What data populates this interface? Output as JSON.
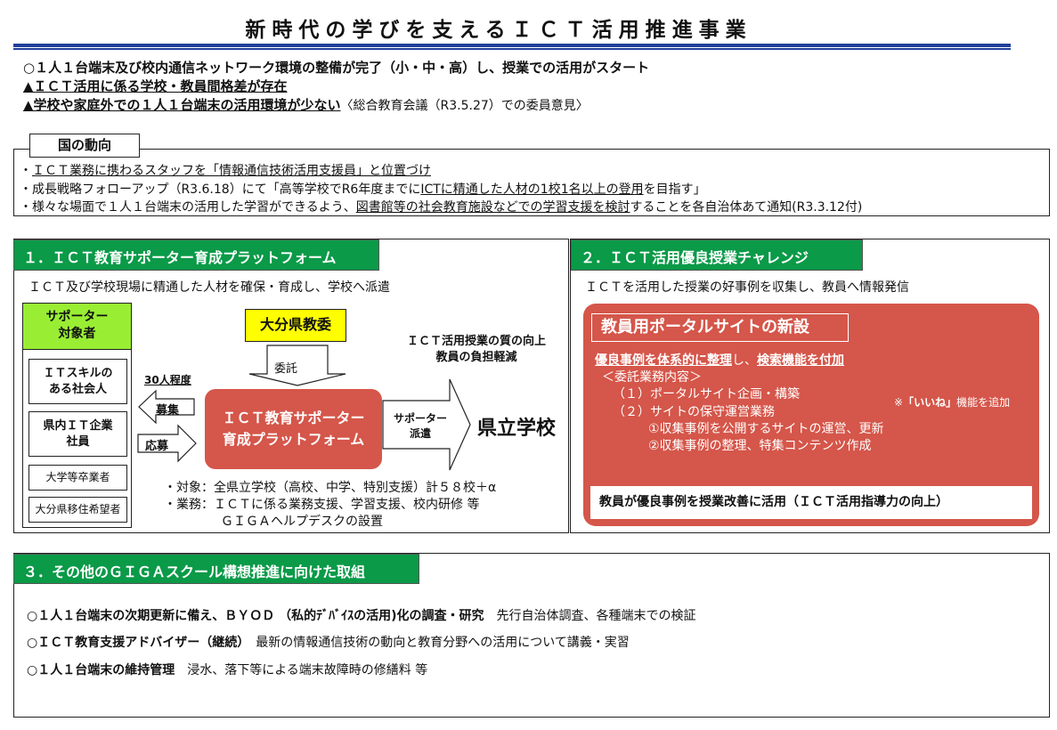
{
  "title": "新時代の学びを支えるＩＣＴ活用推進事業",
  "intro": {
    "line1": "○１人１台端末及び校内通信ネットワーク環境の整備が完了（小・中・高）し、授業での活用がスタート",
    "line2": "▲ＩＣＴ活用に係る学校・教員間格差が存在",
    "line3_bold": "▲学校や家庭外での１人１台端末の活用環境が少ない",
    "line3_note": "〈総合教育会議（R3.5.27）での委員意見〉"
  },
  "national": {
    "label": "国の動向",
    "items": [
      {
        "pre": "・",
        "u": "ＩＣＴ業務に携わるスタッフを「情報通信技術活用支援員」と位置づけ",
        "post": ""
      },
      {
        "pre": "・成長戦略フォローアップ（R3.6.18）にて「高等学校でR6年度までに",
        "u": "ICTに精通した人材の1校1名以上の登用",
        "post": "を目指す」"
      },
      {
        "pre": "・様々な場面で１人１台端末の活用した学習ができるよう、",
        "u": "図書館等の社会教育施設などでの学習支援を検討",
        "post": "することを各自治体あて通知(R3.3.12付)"
      }
    ]
  },
  "section1": {
    "header": "１．ＩＣＴ教育サポーター育成プラットフォーム",
    "subtitle": "ＩＣＴ及び学校現場に精通した人材を確保・育成し、学校へ派遣",
    "supporter_header_1": "サポーター",
    "supporter_header_2": "対象者",
    "targets": [
      [
        "ＩＴスキルの",
        "ある社会人"
      ],
      [
        "県内ＩＴ企業",
        "社員"
      ],
      [
        "大学等卒業者"
      ],
      [
        "大分県移住希望者"
      ]
    ],
    "board": "大分県教委",
    "entrust": "委託",
    "count": "30人程度",
    "recruit": "募集",
    "apply": "応募",
    "platform_1": "ＩＣＴ教育サポーター",
    "platform_2": "育成プラットフォーム",
    "dispatch_1": "サポーター",
    "dispatch_2": "派遣",
    "schools": "県立学校",
    "effect_1": "ＩＣＴ活用授業の質の向上",
    "effect_2": "教員の負担軽減",
    "bullet_1": "・対象：全県立学校（高校、中学、特別支援）計５８校＋α",
    "bullet_2": "・業務：ＩＣＴに係る業務支援、学習支援、校内研修 等",
    "bullet_3": "ＧＩＧＡヘルプデスクの設置"
  },
  "section2": {
    "header": "２．ＩＣＴ活用優良授業チャレンジ",
    "subtitle": "ＩＣＴを活用した授業の好事例を収集し、教員へ情報発信",
    "portal_title": "教員用ポータルサイトの新設",
    "lead_u1": "優良事例を体系的に整理",
    "lead_mid": "し、",
    "lead_u2": "検索機能を付加",
    "contract": "＜委託業務内容＞",
    "item1": "（１）ポータルサイト企画・構築",
    "item2": "（２）サイトの保守運営業務",
    "sub1": "①収集事例を公開するサイトの運営、更新",
    "sub2": "②収集事例の整理、特集コンテンツ作成",
    "note_pre": "※",
    "note_bold": "「いいね」",
    "note_post": "機能を追加",
    "result": "教員が優良事例を授業改善に活用（ＩＣＴ活用指導力の向上）"
  },
  "section3": {
    "header": "３．その他のＧＩＧＡスクール構想推進に向けた取組",
    "items": [
      {
        "bold": "○１人１台端末の次期更新に備え、ＢＹＯＤ （私的ﾃﾞﾊﾞｲｽの活用)化の調査・研究",
        "text": "先行自治体調査、各種端末での検証"
      },
      {
        "bold": "○ＩＣＴ教育支援アドバイザー（継続）",
        "text": "最新の情報通信技術の動向と教育分野への活用について講義・実習"
      },
      {
        "bold": "○１人１台端末の維持管理",
        "text": "浸水、落下等による端末故障時の修繕料 等"
      }
    ]
  },
  "colors": {
    "green_header": "#0a9a48",
    "supporter_green": "#99ee33",
    "board_yellow": "#ffff00",
    "red": "#d5564a",
    "rule_blue": "#1f3f9a"
  }
}
